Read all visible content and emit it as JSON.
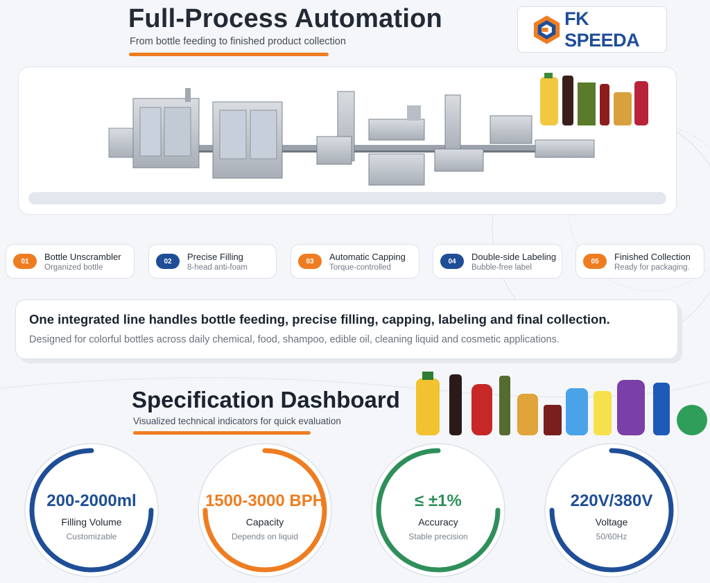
{
  "header": {
    "title": "Full-Process Automation",
    "subtitle": "From bottle feeding to finished product collection",
    "logo_text": "FK SPEEDA"
  },
  "colors": {
    "orange": "#ee7d22",
    "blue": "#1f4e97",
    "green": "#2f8f5a",
    "text_dark": "#1c2330"
  },
  "steps": [
    {
      "num": "01",
      "title": "Bottle Unscrambler",
      "sub": "Organized bottle",
      "color": "#ee7d22"
    },
    {
      "num": "02",
      "title": "Precise Filling",
      "sub": "8-head anti-foam",
      "color": "#1f4e97"
    },
    {
      "num": "03",
      "title": "Automatic Capping",
      "sub": "Torque-controlled",
      "color": "#ee7d22"
    },
    {
      "num": "04",
      "title": "Double-side Labeling",
      "sub": "Bubble-free label",
      "color": "#1f4e97"
    },
    {
      "num": "05",
      "title": "Finished Collection",
      "sub": "Ready for packaging.",
      "color": "#ee7d22"
    }
  ],
  "banner": {
    "title": "One integrated line handles bottle feeding, precise filling, capping, labeling and final collection.",
    "subtitle": "Designed for colorful bottles across daily chemical, food, shampoo, edible oil, cleaning liquid and cosmetic applications."
  },
  "spec": {
    "title": "Specification Dashboard",
    "subtitle": "Visualized technical indicators for quick evaluation"
  },
  "gauges": [
    {
      "value": "200-2000ml",
      "label": "Filling Volume",
      "sub": "Customizable",
      "color": "#1f4e97"
    },
    {
      "value": "1500-3000 BPH",
      "label": "Capacity",
      "sub": "Depends on liquid",
      "color": "#ee7d22"
    },
    {
      "value": "≤ ±1%",
      "label": "Accuracy",
      "sub": "Stable precision",
      "color": "#2f8f5a"
    },
    {
      "value": "220V/380V",
      "label": "Voltage",
      "sub": "50/60Hz",
      "color": "#1f4e97"
    }
  ]
}
